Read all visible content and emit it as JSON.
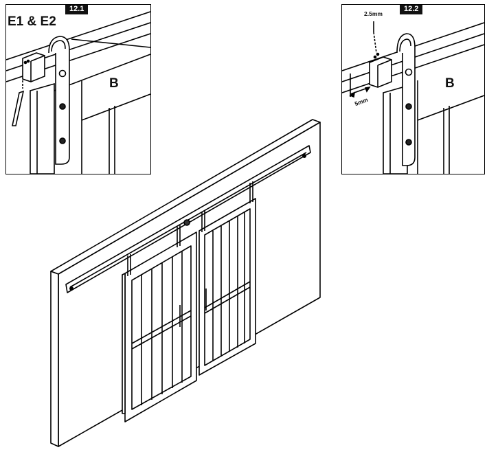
{
  "detail_1": {
    "step": "12.1",
    "part_ref": "E1 & E2",
    "door_label": "B"
  },
  "detail_2": {
    "step": "12.2",
    "door_label": "B",
    "drill_dim": "2.5mm",
    "offset_dim": "5mm"
  }
}
